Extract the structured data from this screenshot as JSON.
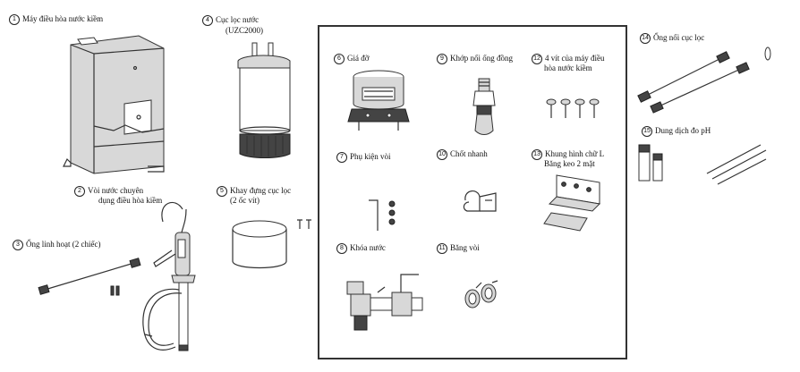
{
  "parts": [
    {
      "num": "1",
      "label": "Máy điều hòa nước kiềm"
    },
    {
      "num": "2",
      "label": "Vòi nước chuyên",
      "label2": "dụng điều hòa kiềm"
    },
    {
      "num": "3",
      "label": "Ống linh hoạt (2 chiếc)"
    },
    {
      "num": "4",
      "label": "Cục lọc nước",
      "label2": "(UZC2000)"
    },
    {
      "num": "5",
      "label": "Khay đựng cục lọc",
      "label2": "(2 ốc vít)"
    },
    {
      "num": "6",
      "label": "Giá đỡ"
    },
    {
      "num": "7",
      "label": "Phụ kiện vòi"
    },
    {
      "num": "8",
      "label": "Khóa nước"
    },
    {
      "num": "9",
      "label": "Khớp nối ống đồng"
    },
    {
      "num": "10",
      "label": "Chốt nhanh"
    },
    {
      "num": "11",
      "label": "Băng vòi"
    },
    {
      "num": "12",
      "label": "4 vít của máy điều",
      "label2": "hòa nước kiềm"
    },
    {
      "num": "13",
      "label": "Khung hình chữ L",
      "label2": "Băng keo 2 mặt"
    },
    {
      "num": "14",
      "label": "Ống nối cục lọc"
    },
    {
      "num": "15",
      "label": "Dung dịch đo pH"
    }
  ]
}
